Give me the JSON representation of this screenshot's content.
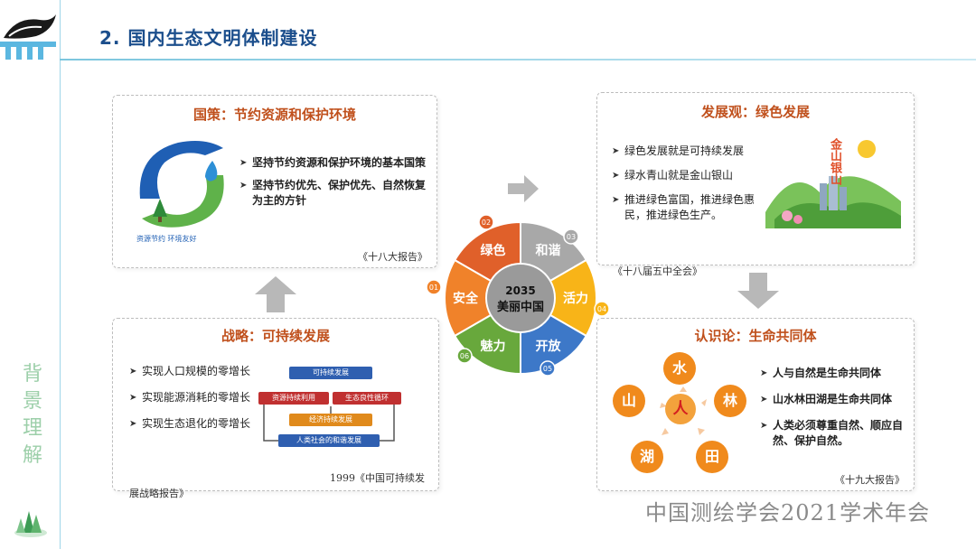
{
  "header": {
    "title": "2. 国内生态文明体制建设"
  },
  "sidebar": {
    "vertical_text": [
      "背",
      "景",
      "理",
      "解"
    ]
  },
  "panel_policy": {
    "title": "国策：节约资源和保护环境",
    "logo_caption": "资源节约  环境友好",
    "bullets": [
      "坚持节约资源和保护环境的基本国策",
      "坚持节约优先、保护优先、自然恢复为主的方针"
    ],
    "source": "《十八大报告》"
  },
  "panel_strategy": {
    "title": "战略：可持续发展",
    "bullets": [
      "实现人口规模的零增长",
      "实现能源消耗的零增长",
      "实现生态退化的零增长"
    ],
    "diagram": [
      "可持续发展",
      "资源持续利用",
      "生态良性循环",
      "经济持续发展",
      "人类社会的和谐发展"
    ],
    "source_line1": "1999《中国可持续发",
    "source_line2": "展战略报告》"
  },
  "panel_green": {
    "title": "发展观：绿色发展",
    "bullets": [
      "绿色发展就是可持续发展",
      "绿水青山就是金山银山",
      "推进绿色富国，推进绿色惠民，推进绿色生产。"
    ],
    "image_text": "金山银山",
    "source": "《十八届五中全会》"
  },
  "panel_cognition": {
    "title": "认识论：生命共同体",
    "nodes": [
      "水",
      "林",
      "田",
      "湖",
      "山",
      "人"
    ],
    "bullets": [
      "人与自然是生命共同体",
      "山水林田湖是生命共同体",
      "人类必须尊重自然、顺应自然、保护自然。"
    ],
    "source": "《十九大报告》"
  },
  "wheel": {
    "center_line1": "2035",
    "center_line2": "美丽中国",
    "segments": [
      {
        "num": "01",
        "label": "安全",
        "color": "#f0822a"
      },
      {
        "num": "02",
        "label": "绿色",
        "color": "#e0602a"
      },
      {
        "num": "03",
        "label": "和谐",
        "color": "#a8a8a8"
      },
      {
        "num": "04",
        "label": "活力",
        "color": "#f8b418"
      },
      {
        "num": "05",
        "label": "开放",
        "color": "#3d78c8"
      },
      {
        "num": "06",
        "label": "魅力",
        "color": "#68a83c"
      }
    ]
  },
  "footer": {
    "watermark": "中国测绘学会2021学术年会"
  }
}
